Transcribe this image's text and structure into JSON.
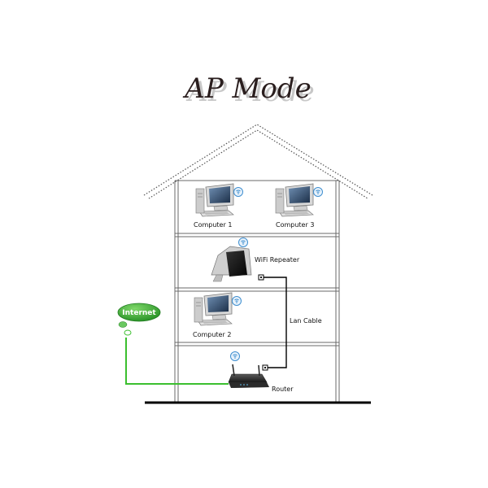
{
  "title": "AP Mode",
  "labels": {
    "computer_1": "Computer 1",
    "computer_3": "Computer 3",
    "computer_2": "Computer 2",
    "wifi_repeater": "WiFi Repeater",
    "lan_cable": "Lan Cable",
    "router": "Router",
    "internet": "Internet"
  },
  "colors": {
    "structure": "#6a6a6a",
    "roof_dots": "#555555",
    "ground": "#000000",
    "internet_link": "#3bbf2f",
    "internet_bubble": "#2e9e2a",
    "lan_cable": "#000000",
    "wifi_signal": "#3f8fd0"
  }
}
